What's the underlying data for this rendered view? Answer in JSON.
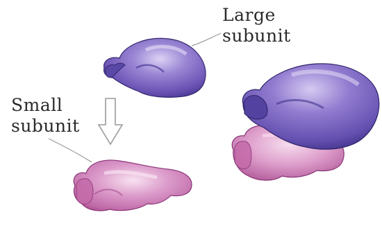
{
  "labels": {
    "large_line1": "Large",
    "large_line2": "subunit",
    "small_line1": "Small",
    "small_line2": "subunit"
  },
  "colors": {
    "large_subunit_dark": "#3d2e86",
    "large_subunit_mid": "#7a62c0",
    "large_subunit_light": "#c8baea",
    "small_subunit_dark": "#9c3f83",
    "small_subunit_mid": "#cf83bb",
    "small_subunit_light": "#f1d4e8",
    "leader_line": "#9a9a9a",
    "arrow_outline": "#9a9a9a"
  }
}
